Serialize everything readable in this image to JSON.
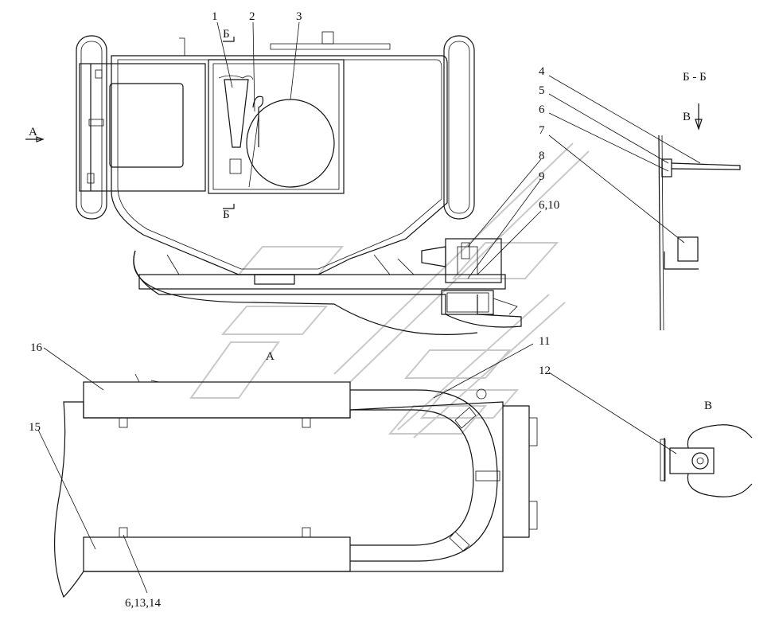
{
  "labels": {
    "n1": "1",
    "n2": "2",
    "n3": "3",
    "n4": "4",
    "n5": "5",
    "n6": "6",
    "n7": "7",
    "n8": "8",
    "n9": "9",
    "n6_10": "6,10",
    "n11": "11",
    "n12": "12",
    "n15": "15",
    "n16": "16",
    "n6_13_14": "6,13,14"
  },
  "views": {
    "a_arrow": "А",
    "a_view": "А",
    "b_top": "Б",
    "b_bottom": "Б",
    "section_bb": "Б - Б",
    "v_arrow": "В",
    "v_view": "В"
  }
}
